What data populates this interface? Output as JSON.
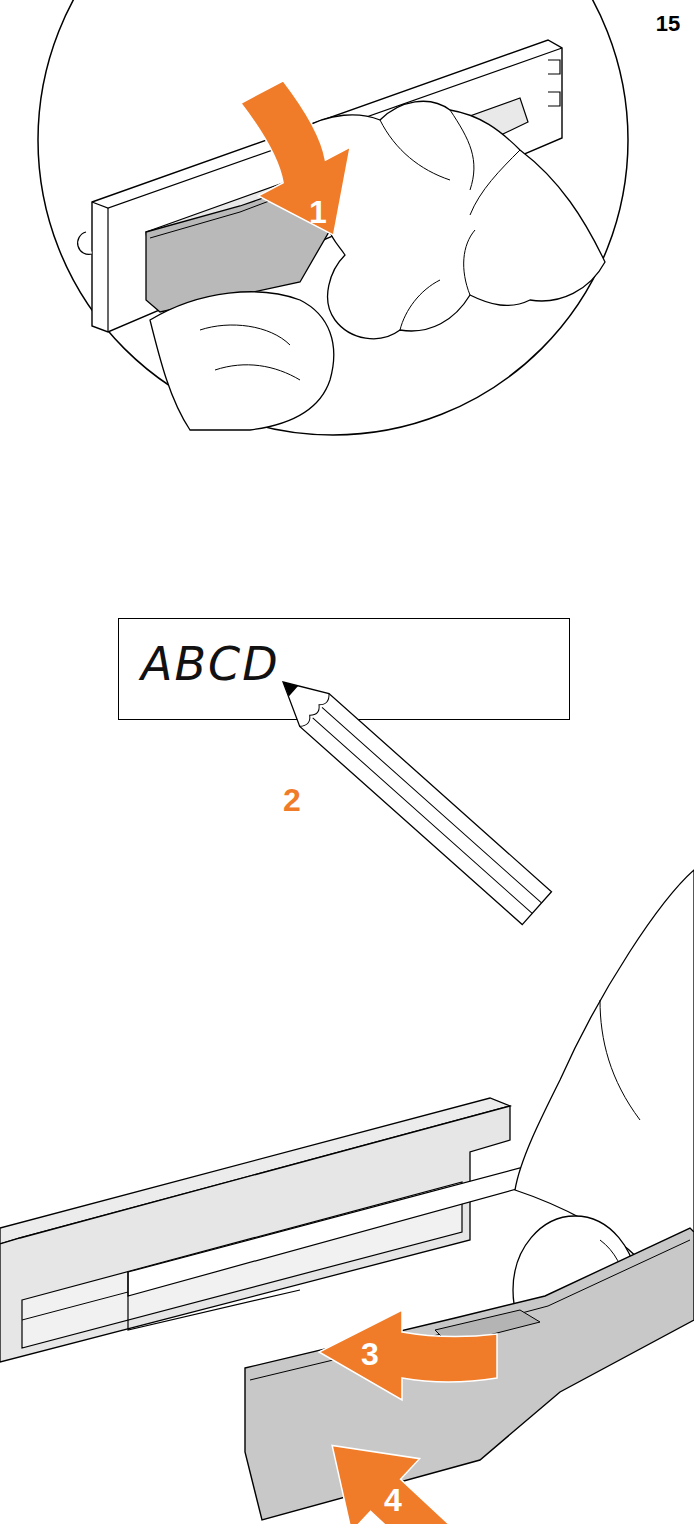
{
  "diagram": {
    "nodes": [
      {
        "text": [
          "ABCD"
        ]
      }
    ],
    "labels": [
      "15",
      "1",
      "2",
      "3",
      "4"
    ]
  }
}
